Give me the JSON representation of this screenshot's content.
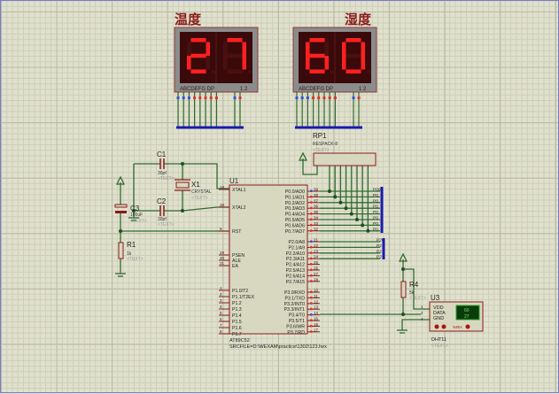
{
  "schematic": {
    "displays": [
      {
        "title": "温度",
        "value": "27",
        "pins_label": "ABCDEFG  DP",
        "digits_label": "1 2"
      },
      {
        "title": "湿度",
        "value": "60",
        "pins_label": "ABCDEFG  DP",
        "digits_label": "1 2"
      }
    ],
    "rp1": {
      "ref": "RP1",
      "part": "RESPACK-8",
      "text": "<TEXT>"
    },
    "c1": {
      "ref": "C1",
      "value": "30pf",
      "text": "<TEXT>"
    },
    "c2": {
      "ref": "C2",
      "value": "30pf",
      "text": "<TEXT>"
    },
    "c3": {
      "ref": "C3",
      "value": "100uF",
      "text": "<TEXT>"
    },
    "x1": {
      "ref": "X1",
      "part": "CRYSTAL",
      "text": "<TEXT>"
    },
    "r1": {
      "ref": "R1",
      "value": "1k",
      "text": "<TEXT>"
    },
    "r4": {
      "ref": "R4",
      "value": "5k",
      "text": "<TEXT>"
    },
    "u1": {
      "ref": "U1",
      "part": "AT89C52",
      "srcfile": "SRCFILE=D:\\WEXAM\\practice\\1302\\123.hex",
      "left_pins": [
        {
          "num": "19",
          "name": "XTAL1"
        },
        {
          "num": "18",
          "name": "XTAL2"
        },
        {
          "num": "9",
          "name": "RST"
        },
        {
          "num": "29",
          "name": "PSEN"
        },
        {
          "num": "30",
          "name": "ALE"
        },
        {
          "num": "31",
          "name": "EA"
        },
        {
          "num": "1",
          "name": "P1.0/T2"
        },
        {
          "num": "2",
          "name": "P1.1/T2EX"
        },
        {
          "num": "3",
          "name": "P1.2"
        },
        {
          "num": "4",
          "name": "P1.3"
        },
        {
          "num": "5",
          "name": "P1.4"
        },
        {
          "num": "6",
          "name": "P1.5"
        },
        {
          "num": "7",
          "name": "P1.6"
        },
        {
          "num": "8",
          "name": "P1.7"
        }
      ],
      "right_pins": [
        {
          "num": "39",
          "name": "P0.0/AD0"
        },
        {
          "num": "38",
          "name": "P0.1/AD1"
        },
        {
          "num": "37",
          "name": "P0.2/AD2"
        },
        {
          "num": "36",
          "name": "P0.3/AD3"
        },
        {
          "num": "35",
          "name": "P0.4/AD4"
        },
        {
          "num": "34",
          "name": "P0.5/AD5"
        },
        {
          "num": "33",
          "name": "P0.6/AD6"
        },
        {
          "num": "32",
          "name": "P0.7/AD7"
        },
        {
          "num": "21",
          "name": "P2.0/A8"
        },
        {
          "num": "22",
          "name": "P2.1/A9"
        },
        {
          "num": "23",
          "name": "P2.2/A10"
        },
        {
          "num": "24",
          "name": "P2.3/A11"
        },
        {
          "num": "25",
          "name": "P2.4/A12"
        },
        {
          "num": "26",
          "name": "P2.5/A13"
        },
        {
          "num": "27",
          "name": "P2.6/A14"
        },
        {
          "num": "28",
          "name": "P2.7/A15"
        },
        {
          "num": "10",
          "name": "P3.0/RXD"
        },
        {
          "num": "11",
          "name": "P3.1/TXD"
        },
        {
          "num": "12",
          "name": "P3.2/INT0"
        },
        {
          "num": "13",
          "name": "P3.3/INT1"
        },
        {
          "num": "14",
          "name": "P3.4/T0"
        },
        {
          "num": "15",
          "name": "P3.5/T1"
        },
        {
          "num": "16",
          "name": "P3.6/WR"
        },
        {
          "num": "17",
          "name": "P3.7/RD"
        }
      ]
    },
    "bus_p0_labels": [
      "P00",
      "P0",
      "P0",
      "P0",
      "P0",
      "P0",
      "P0",
      "P0"
    ],
    "bus_p2_labels": [
      "P20",
      "P2",
      "P2",
      "P2"
    ],
    "u3": {
      "ref": "U3",
      "part": "DHT11",
      "text": "<TEXT>",
      "pins": [
        {
          "num": "1",
          "name": "VDD"
        },
        {
          "num": "2",
          "name": "DATA"
        },
        {
          "num": "4",
          "name": "GND"
        }
      ],
      "lcd_humidity": "60",
      "lcd_temperature": "27",
      "unit_label": "%RH"
    }
  }
}
